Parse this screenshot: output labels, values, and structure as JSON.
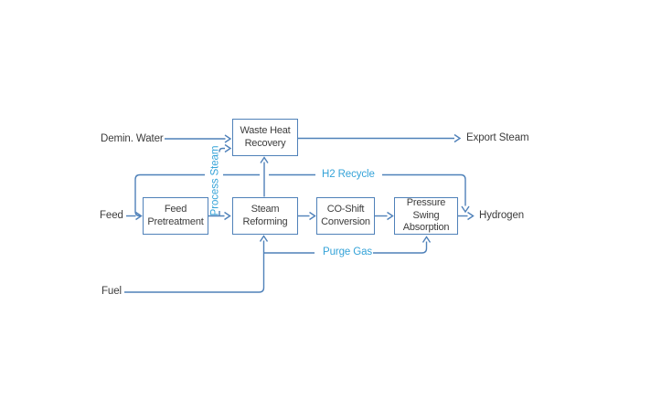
{
  "diagram": {
    "type": "block-flow-diagram",
    "subject": "Hydrogen production by steam reforming",
    "boxes": [
      {
        "id": "waste-heat-recovery",
        "label": "Waste Heat\nRecovery"
      },
      {
        "id": "feed-pretreatment",
        "label": "Feed\nPretreatment"
      },
      {
        "id": "steam-reforming",
        "label": "Steam\nReforming"
      },
      {
        "id": "co-shift-conversion",
        "label": "CO-Shift\nConversion"
      },
      {
        "id": "pressure-swing-absorption",
        "label": "Pressure Swing\nAbsorption"
      }
    ],
    "stream_labels": {
      "demin_water": "Demin. Water",
      "export_steam": "Export Steam",
      "feed": "Feed",
      "fuel": "Fuel",
      "hydrogen": "Hydrogen",
      "process_steam": "Process Steam",
      "h2_recycle": "H2 Recycle",
      "purge_gas": "Purge Gas"
    },
    "colors": {
      "line": "#4f81b9",
      "accent_label": "#35a3d8",
      "text": "#3c3c3c",
      "background": "#ffffff"
    }
  }
}
